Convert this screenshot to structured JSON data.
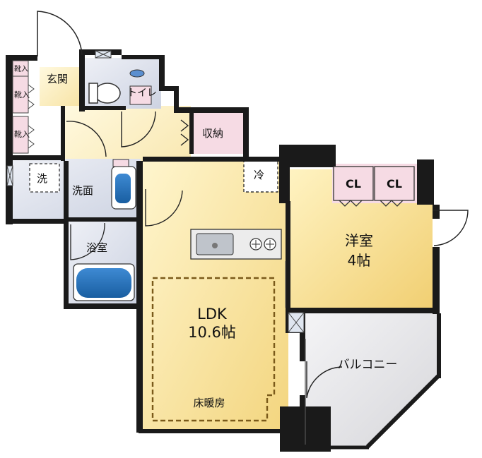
{
  "rooms": {
    "genkan": "玄関",
    "toilet": "トイレ",
    "shuno": "収納",
    "sen": "洗",
    "senmen": "洗面",
    "yokushitsu": "浴室",
    "rei": "冷",
    "ldk_name": "LDK",
    "ldk_size": "10.6帖",
    "floor_heating": "床暖房",
    "youshitsu_name": "洋室",
    "youshitsu_size": "4帖",
    "cl_left": "CL",
    "cl_right": "CL",
    "balcony": "バルコニー",
    "kutsu_top": "靴入",
    "kutsu_mid": "靴入",
    "kutsu_low": "靴入"
  },
  "colors": {
    "wall": "#1a1a1a",
    "wet_area": "#d9dde8",
    "living": "#fdf3c2",
    "living_deep": "#f6d97a",
    "storage": "#f6dbe4",
    "balcony": "#e6e6e8",
    "bath_fixture": "#1f6fb8",
    "floor_heat_line": "#7a5a1a"
  }
}
